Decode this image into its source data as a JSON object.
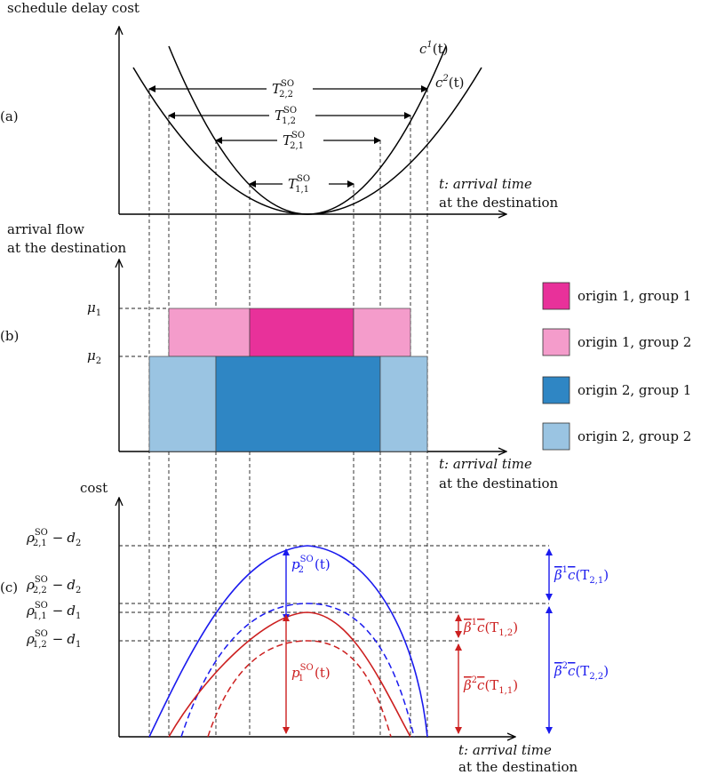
{
  "panel_labels": [
    "(a)",
    "(b)",
    "(c)"
  ],
  "panel_a": {
    "y_label": "schedule delay cost",
    "curve_labels": [
      {
        "base": "c",
        "sup": "1",
        "arg": "(t)"
      },
      {
        "base": "c",
        "sup": "2",
        "arg": "(t)"
      }
    ],
    "intervals": [
      {
        "base": "T",
        "sup": "SO",
        "sub": "2,2"
      },
      {
        "base": "T",
        "sup": "SO",
        "sub": "1,2"
      },
      {
        "base": "T",
        "sup": "SO",
        "sub": "2,1"
      },
      {
        "base": "T",
        "sup": "SO",
        "sub": "1,1"
      }
    ],
    "x_label_1": "t: arrival time",
    "x_label_2": "at the destination"
  },
  "panel_b": {
    "y_label_1": "arrival flow",
    "y_label_2": "at the destination",
    "levels": [
      {
        "base": "μ",
        "sub": "1"
      },
      {
        "base": "μ",
        "sub": "2"
      }
    ],
    "legend": [
      {
        "label": "origin 1, group 1",
        "color": "#e8319a"
      },
      {
        "label": "origin 1, group 2",
        "color": "#f49ccb"
      },
      {
        "label": "origin 2, group 1",
        "color": "#2f86c4"
      },
      {
        "label": "origin 2, group 2",
        "color": "#9ac4e2"
      }
    ],
    "x_label_1": "t: arrival time",
    "x_label_2": "at the destination"
  },
  "panel_c": {
    "y_label": "cost",
    "levels": [
      {
        "base": "ρ",
        "sup": "SO",
        "sub": "2,1",
        "minus": "d",
        "msub": "2"
      },
      {
        "base": "ρ",
        "sup": "SO",
        "sub": "2,2",
        "minus": "d",
        "msub": "2"
      },
      {
        "base": "ρ",
        "sup": "SO",
        "sub": "1,1",
        "minus": "d",
        "msub": "1"
      },
      {
        "base": "ρ",
        "sup": "SO",
        "sub": "1,2",
        "minus": "d",
        "msub": "1"
      }
    ],
    "price_labels": [
      {
        "base": "p",
        "sup": "SO",
        "sub": "2",
        "arg": "(t)",
        "color": "#1a1aee"
      },
      {
        "base": "p",
        "sup": "SO",
        "sub": "1",
        "arg": "(t)",
        "color": "#cc1f1f"
      }
    ],
    "right_labels": [
      {
        "beta_sup": "1",
        "arg": "(T",
        "sub": "2,1",
        "close": ")",
        "color": "#1a1aee"
      },
      {
        "beta_sup": "2",
        "arg": "(T",
        "sub": "2,2",
        "close": ")",
        "color": "#1a1aee"
      },
      {
        "beta_sup": "1",
        "arg": "(T",
        "sub": "1,2",
        "close": ")",
        "color": "#cc1f1f"
      },
      {
        "beta_sup": "2",
        "arg": "(T",
        "sub": "1,1",
        "close": ")",
        "color": "#cc1f1f"
      }
    ],
    "x_label_1": "t: arrival time",
    "x_label_2": "at the destination"
  },
  "colors": {
    "blue": "#1a1aee",
    "red": "#cc1f1f"
  }
}
